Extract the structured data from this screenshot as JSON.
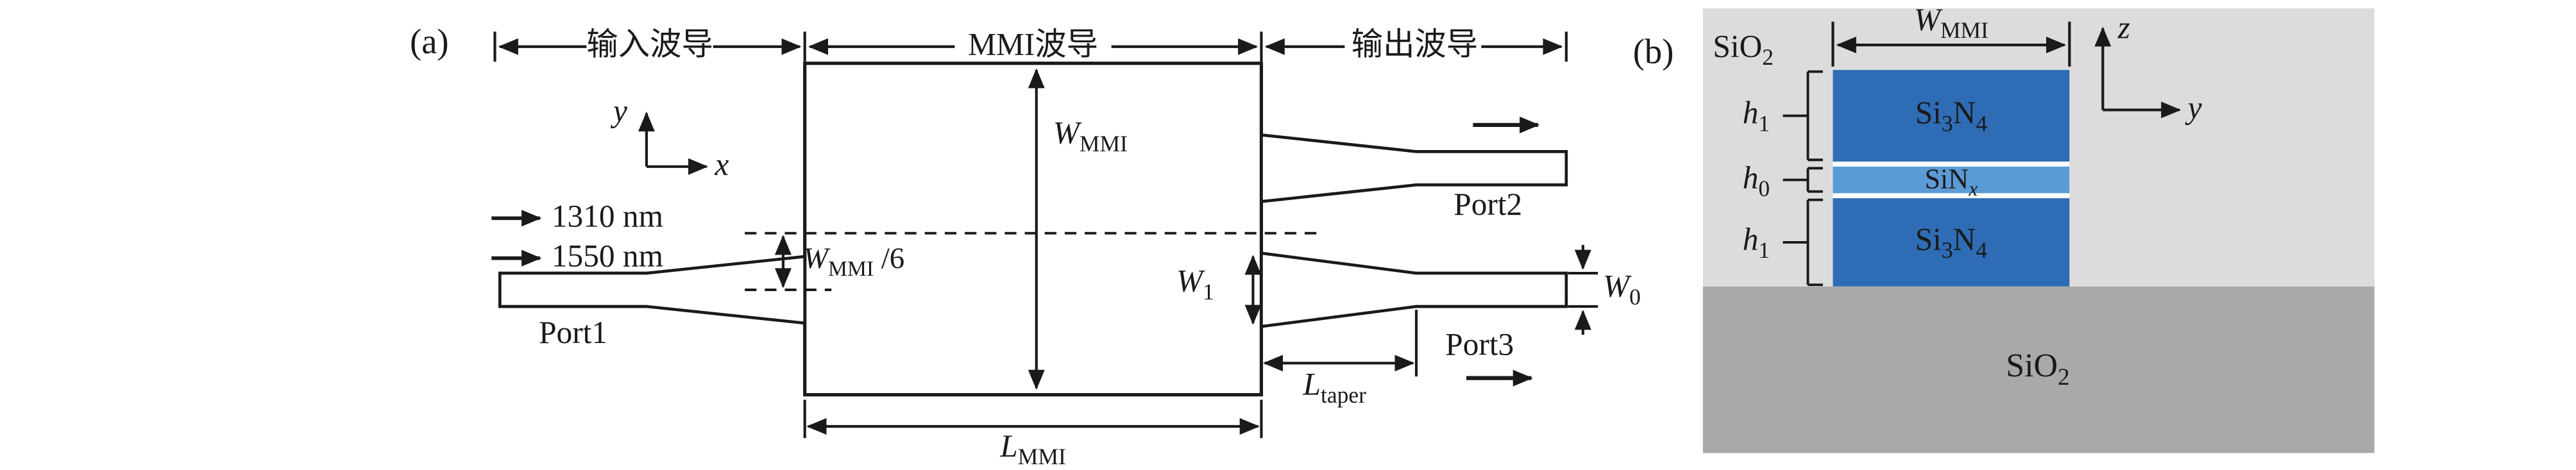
{
  "figure": {
    "panel_a": {
      "tag": "(a)",
      "header": {
        "input_wg": "输入波导",
        "mmi_wg": "MMI波导",
        "output_wg": "输出波导"
      },
      "axes": {
        "x": "x",
        "y": "y"
      },
      "wavelengths": {
        "wl1": "1310 nm",
        "wl2": "1550 nm"
      },
      "ports": {
        "port1": "Port1",
        "port2": "Port2",
        "port3": "Port3"
      },
      "dims": {
        "w_mmi": [
          {
            "t": "W",
            "i": true
          },
          {
            "t": "MMI",
            "s": true
          }
        ],
        "w_mmi_over_6": [
          {
            "t": "W",
            "i": true
          },
          {
            "t": "MMI",
            "s": true
          },
          {
            "t": " /6"
          }
        ],
        "w1": [
          {
            "t": "W",
            "i": true
          },
          {
            "t": "1",
            "s": true
          }
        ],
        "w0": [
          {
            "t": "W",
            "i": true
          },
          {
            "t": "0",
            "s": true
          }
        ],
        "l_taper": [
          {
            "t": "L",
            "i": true
          },
          {
            "t": "taper",
            "s": true
          }
        ],
        "l_mmi": [
          {
            "t": "L",
            "i": true
          },
          {
            "t": "MMI",
            "s": true
          }
        ]
      }
    },
    "panel_b": {
      "tag": "(b)",
      "axes": {
        "y": "y",
        "z": "z"
      },
      "dims": {
        "w_mmi": [
          {
            "t": "W",
            "i": true
          },
          {
            "t": "MMI",
            "s": true
          }
        ],
        "h1_top": [
          {
            "t": "h",
            "i": true
          },
          {
            "t": "1",
            "s": true
          }
        ],
        "h0": [
          {
            "t": "h",
            "i": true
          },
          {
            "t": "0",
            "s": true
          }
        ],
        "h1_bottom": [
          {
            "t": "h",
            "i": true
          },
          {
            "t": "1",
            "s": true
          }
        ]
      },
      "materials": {
        "cladding": [
          {
            "t": "SiO"
          },
          {
            "t": "2",
            "s": true
          }
        ],
        "layer_top": [
          {
            "t": "Si"
          },
          {
            "t": "3",
            "s": true
          },
          {
            "t": "N"
          },
          {
            "t": "4",
            "s": true
          }
        ],
        "layer_mid": [
          {
            "t": "SiN"
          },
          {
            "t": "x",
            "s": true,
            "i": true
          }
        ],
        "layer_bottom": [
          {
            "t": "Si"
          },
          {
            "t": "3",
            "s": true
          },
          {
            "t": "N"
          },
          {
            "t": "4",
            "s": true
          }
        ],
        "substrate": [
          {
            "t": "SiO"
          },
          {
            "t": "2",
            "s": true
          }
        ]
      }
    },
    "colors": {
      "si3n4": "#2e6db5",
      "sinx": "#5b9bd5",
      "cladding": "#dcdcdc",
      "substrate": "#a9a9a9",
      "ink": "#1a1a1a"
    }
  }
}
